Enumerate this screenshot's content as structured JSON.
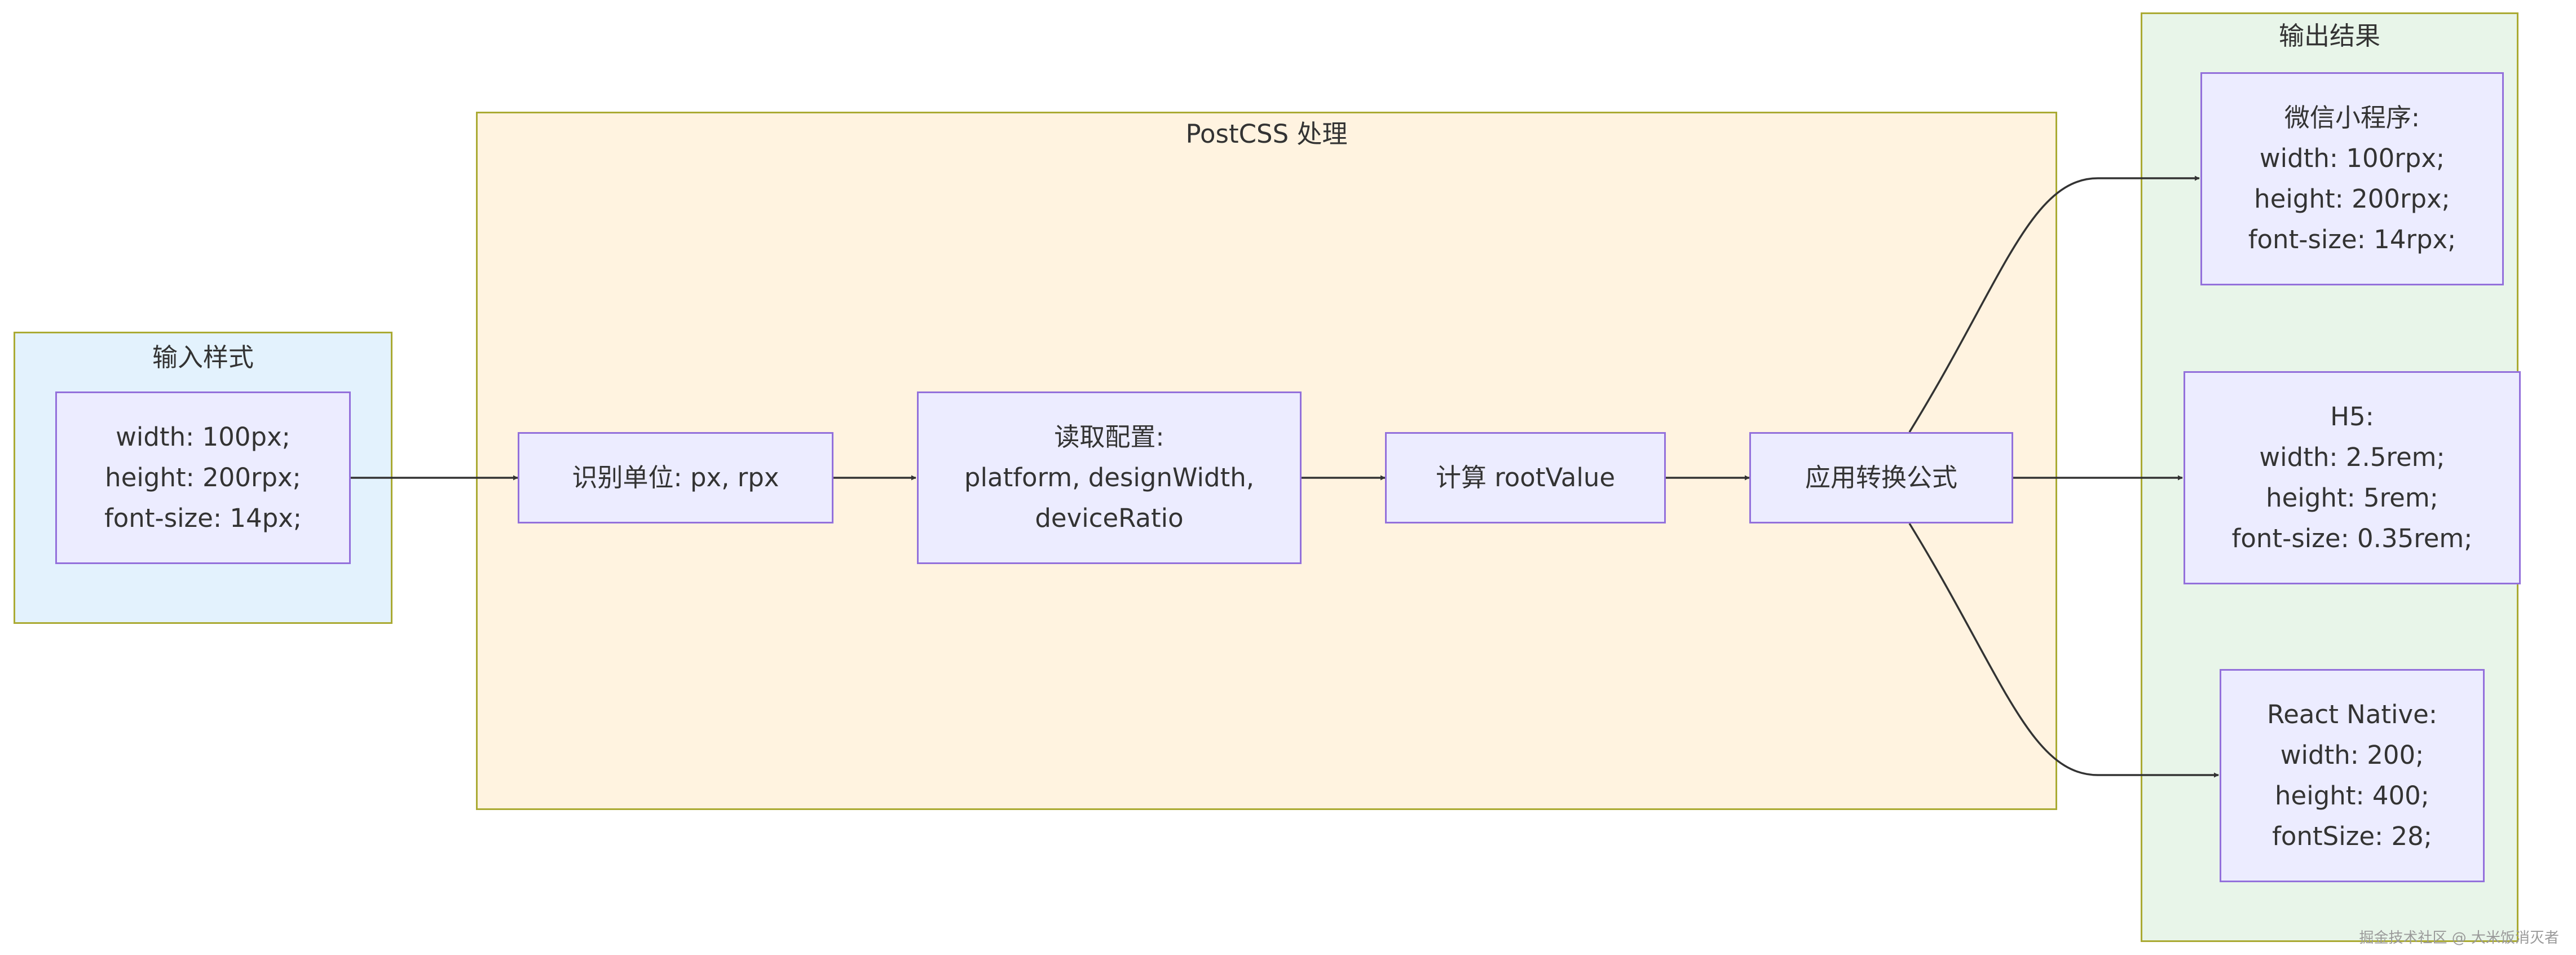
{
  "groups": {
    "input": {
      "title": "输入样式"
    },
    "process": {
      "title": "PostCSS 处理"
    },
    "output": {
      "title": "输出结果"
    }
  },
  "nodes": {
    "input_style": {
      "lines": [
        "width: 100px;",
        "height: 200rpx;",
        "font-size: 14px;"
      ]
    },
    "identify_units": {
      "lines": [
        "识别单位: px, rpx"
      ]
    },
    "read_config": {
      "lines": [
        "读取配置:",
        "platform, designWidth,",
        "deviceRatio"
      ]
    },
    "compute_root": {
      "lines": [
        "计算 rootValue"
      ]
    },
    "apply_formula": {
      "lines": [
        "应用转换公式"
      ]
    },
    "wechat": {
      "lines": [
        "微信小程序:",
        "width: 100rpx;",
        "height: 200rpx;",
        "font-size: 14rpx;"
      ]
    },
    "h5": {
      "lines": [
        "H5:",
        "width: 2.5rem;",
        "height: 5rem;",
        "font-size: 0.35rem;"
      ]
    },
    "rn": {
      "lines": [
        "React Native:",
        "width: 200;",
        "height: 400;",
        "fontSize: 28;"
      ]
    }
  },
  "colors": {
    "node_fill": "#ECECFF",
    "node_border": "#9370DB",
    "input_group_fill": "#E3F2FD",
    "process_group_fill": "#FFF3E0",
    "output_group_fill": "#E8F5E9",
    "group_border": "#AAAA33",
    "edge": "#333333"
  },
  "watermark": "掘金技术社区 @ 大米饭消灭者"
}
